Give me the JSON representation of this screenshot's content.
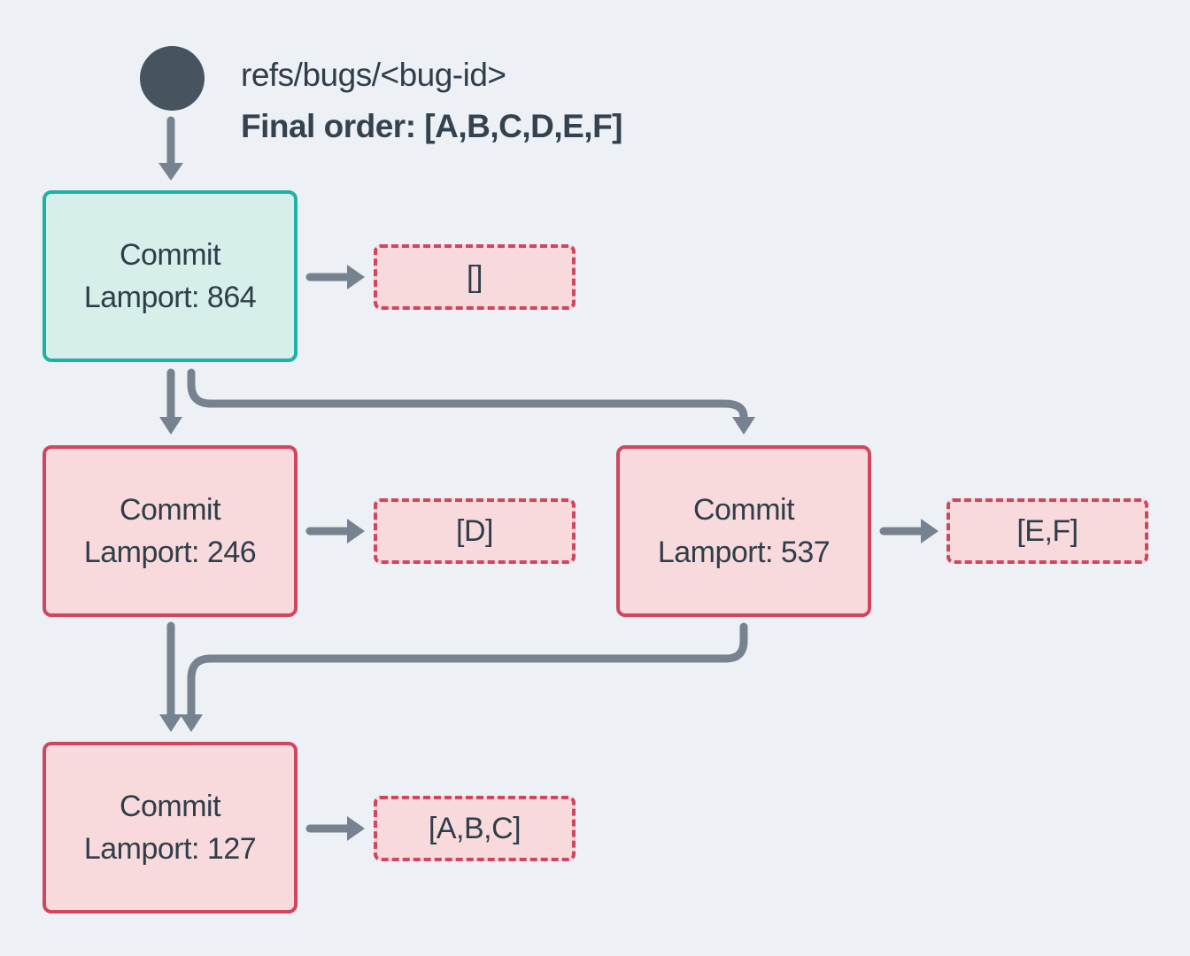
{
  "header": {
    "ref_label": "refs/bugs/<bug-id>",
    "final_order_label": "Final order: [A,B,C,D,E,F]"
  },
  "nodes": [
    {
      "id": "commit-864",
      "title": "Commit",
      "lamport": "Lamport: 864",
      "payload": "[]",
      "variant": "teal"
    },
    {
      "id": "commit-246",
      "title": "Commit",
      "lamport": "Lamport: 246",
      "payload": "[D]",
      "variant": "pink"
    },
    {
      "id": "commit-537",
      "title": "Commit",
      "lamport": "Lamport: 537",
      "payload": "[E,F]",
      "variant": "pink"
    },
    {
      "id": "commit-127",
      "title": "Commit",
      "lamport": "Lamport: 127",
      "payload": "[A,B,C]",
      "variant": "pink"
    }
  ],
  "colors": {
    "bg": "#edf1f5",
    "ink": "#2f3e4a",
    "slate": "#76828f",
    "circle": "#47535e",
    "teal": "#1db2a4",
    "teal_fill": "#d6efeb",
    "crimson": "#d2455e",
    "pink_fill": "#f8dadd"
  }
}
